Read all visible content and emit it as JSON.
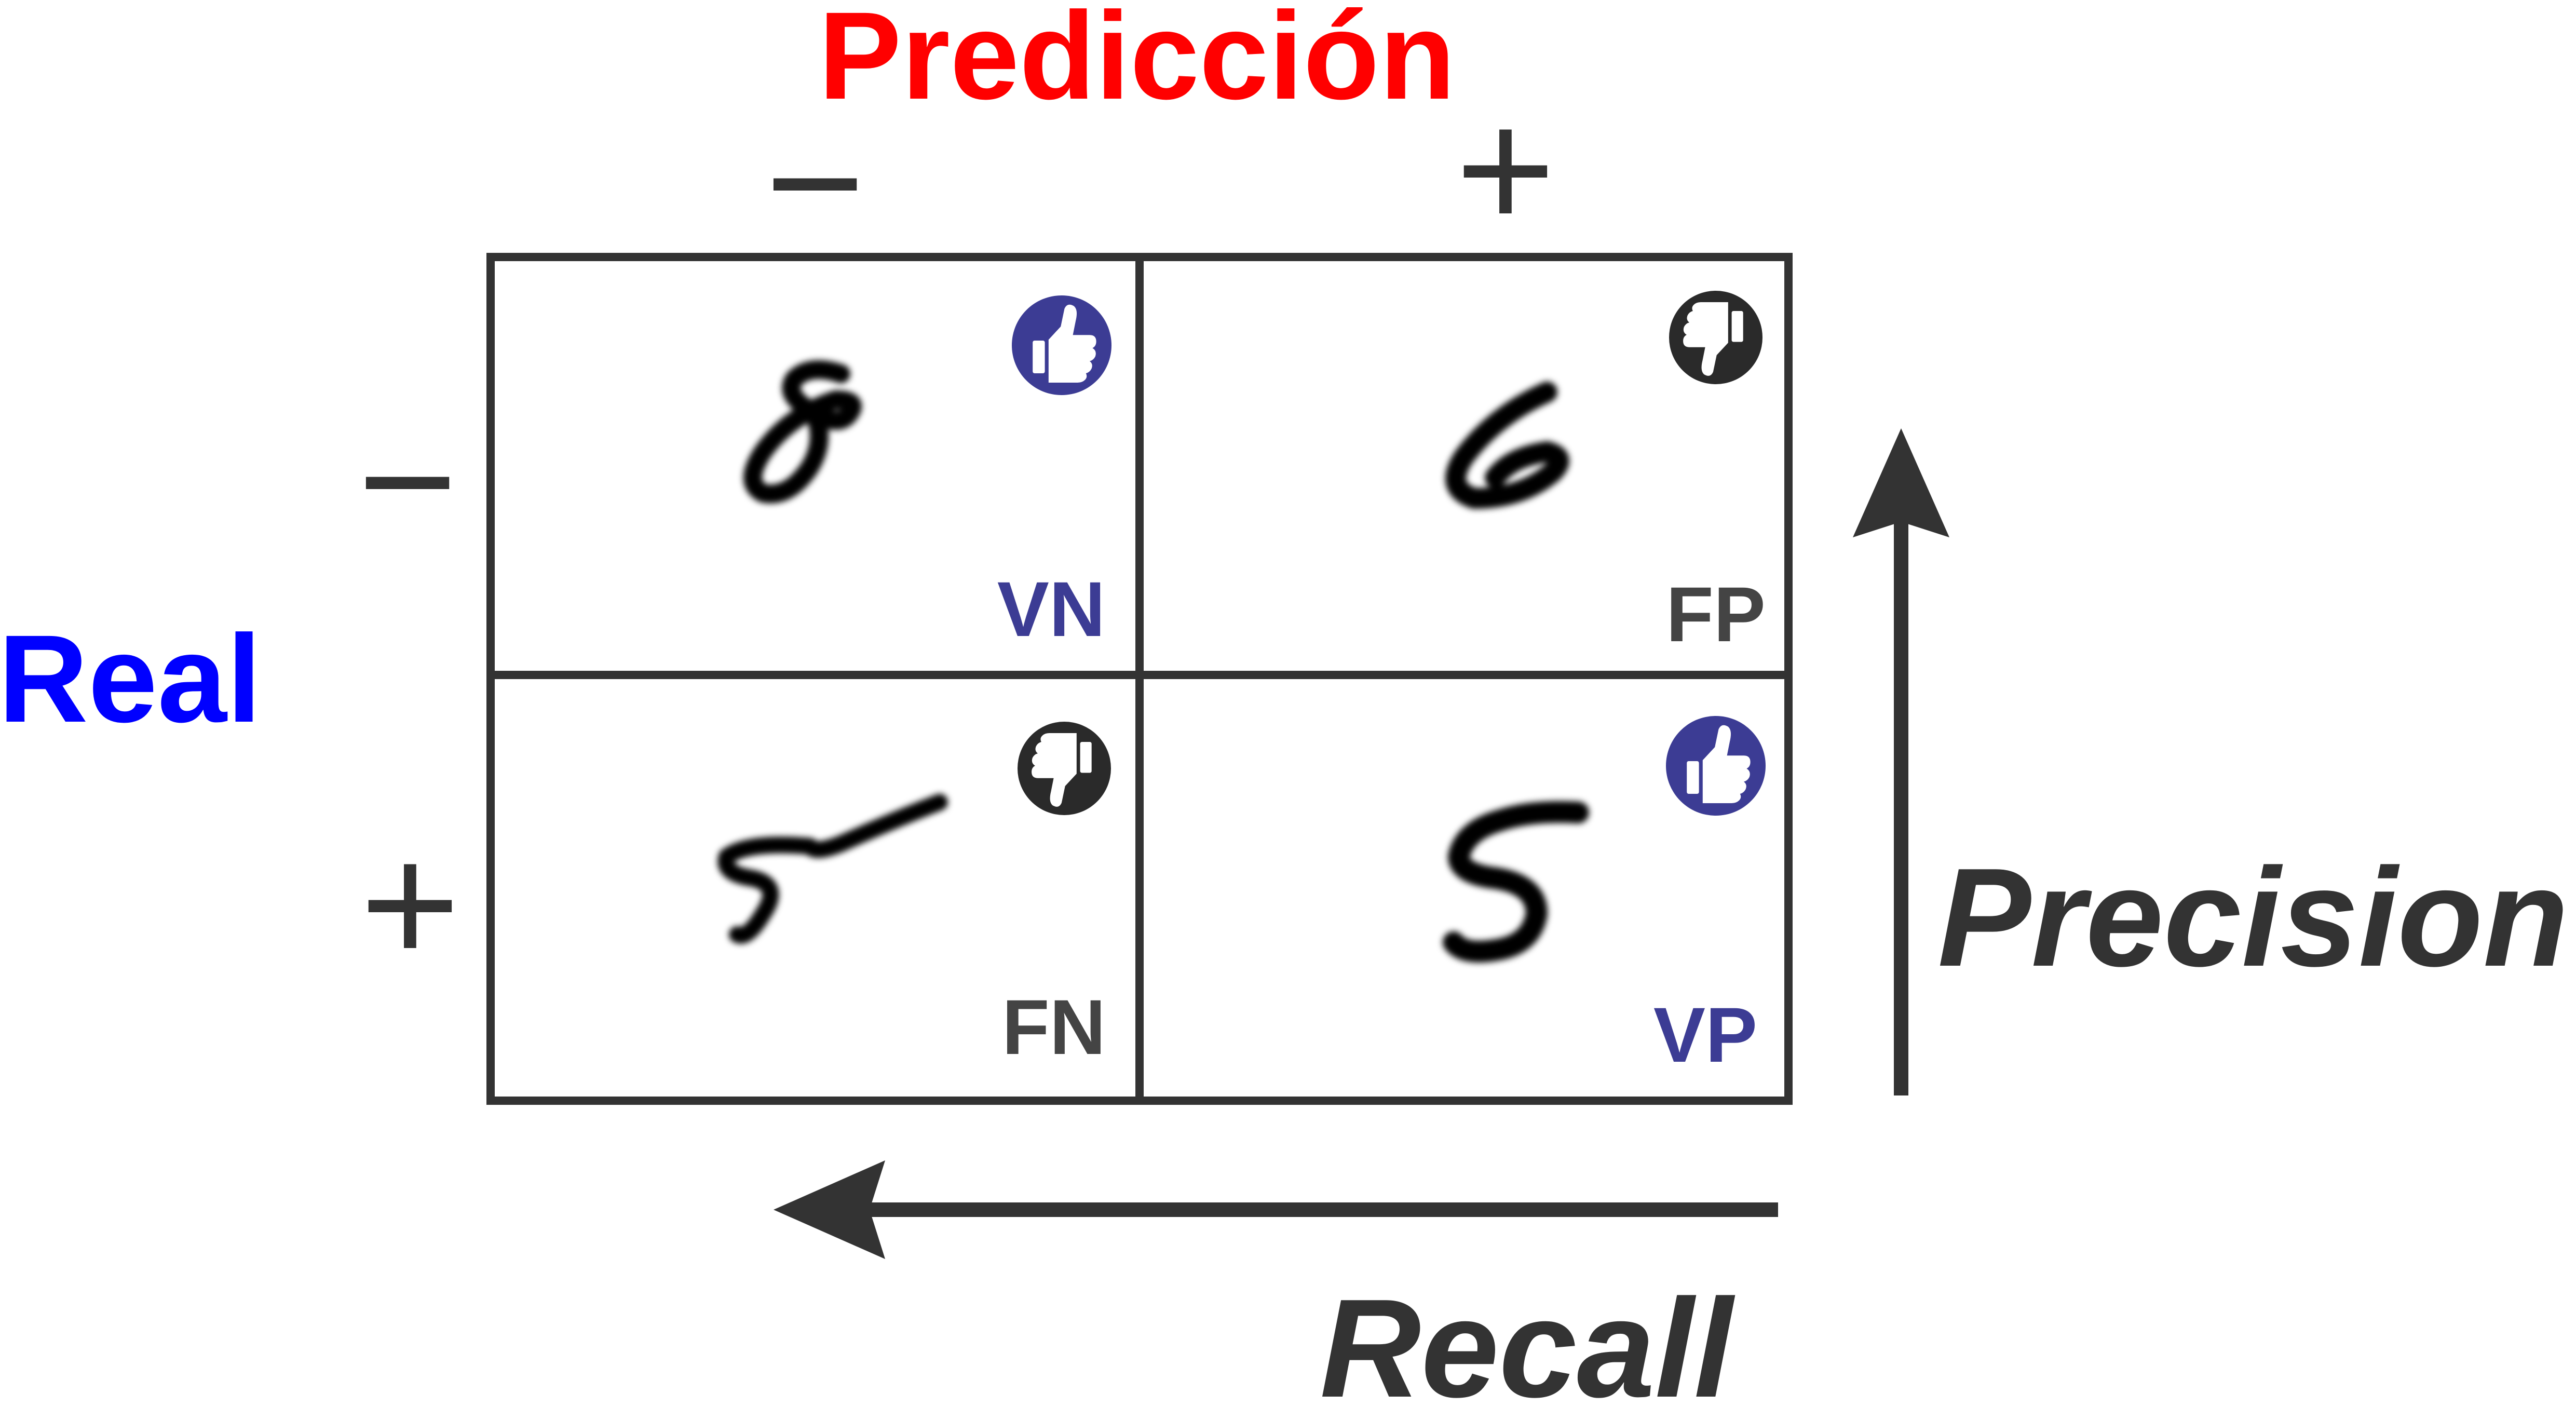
{
  "header": {
    "prediction_title": "Predicción",
    "prediction_neg": "−",
    "prediction_pos": "+"
  },
  "side": {
    "real_title": "Real",
    "real_neg": "−",
    "real_pos": "+"
  },
  "cells": {
    "tn": {
      "label": "VN",
      "digit": "8",
      "icon": "thumbs-up-icon"
    },
    "fp": {
      "label": "FP",
      "digit": "6",
      "icon": "thumbs-down-icon"
    },
    "fn": {
      "label": "FN",
      "digit": "5",
      "icon": "thumbs-down-icon"
    },
    "tp": {
      "label": "VP",
      "digit": "5",
      "icon": "thumbs-up-icon"
    }
  },
  "arrows": {
    "precision_label": "Precision",
    "recall_label": "Recall"
  },
  "colors": {
    "prediction_title": "#ff0000",
    "real_title": "#0000ff",
    "positive_badge": "#3c3c94",
    "negative_badge": "#2a2a2a",
    "line": "#333333",
    "positive_label": "#3c3c94",
    "negative_label": "#444444"
  }
}
